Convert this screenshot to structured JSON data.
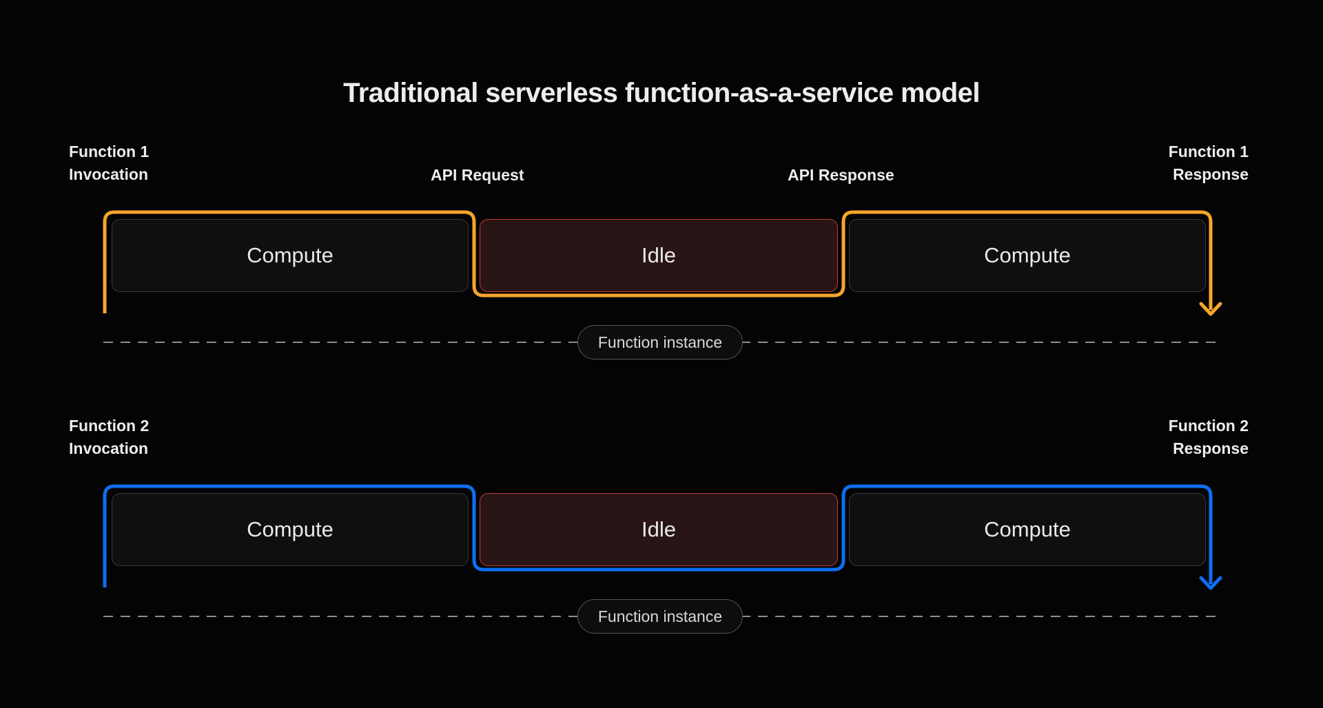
{
  "title": "Traditional serverless function-as-a-service model",
  "colors": {
    "background": "#040404",
    "text": "#ededed",
    "function1_accent": "#f6a62a",
    "function2_accent": "#0d6ff2",
    "compute_fill": "#0f0f0f",
    "compute_border": "#3a3a3a",
    "idle_fill": "#2a1516",
    "idle_border": "#c23c31",
    "dashed_line": "#8f8f8f"
  },
  "rows": [
    {
      "start_label": "Function 1\nInvocation",
      "api_request_label": "API Request",
      "api_response_label": "API Response",
      "end_label": "Function 1\nResponse",
      "boxes": [
        {
          "label": "Compute"
        },
        {
          "label": "Idle"
        },
        {
          "label": "Compute"
        }
      ],
      "instance_label": "Function instance"
    },
    {
      "start_label": "Function 2\nInvocation",
      "end_label": "Function 2\nResponse",
      "boxes": [
        {
          "label": "Compute"
        },
        {
          "label": "Idle"
        },
        {
          "label": "Compute"
        }
      ],
      "instance_label": "Function instance"
    }
  ]
}
